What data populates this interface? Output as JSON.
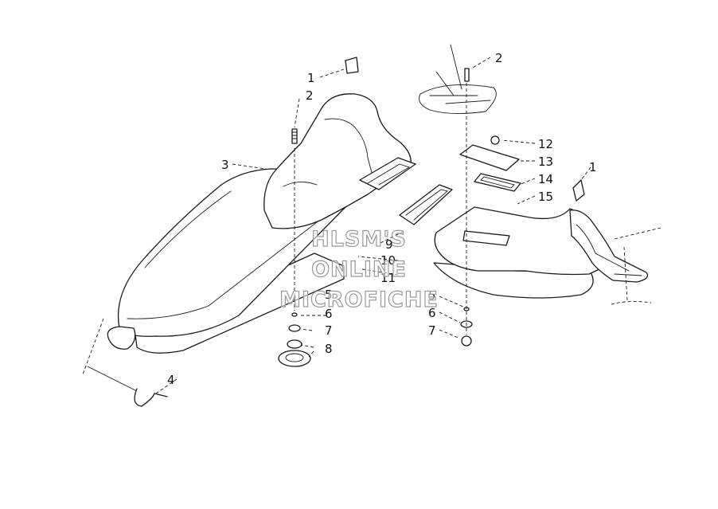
{
  "callouts": [
    {
      "id": "l1a",
      "text": "1"
    },
    {
      "id": "l2a",
      "text": "2"
    },
    {
      "id": "l3",
      "text": "3"
    },
    {
      "id": "l4",
      "text": "4"
    },
    {
      "id": "l5a",
      "text": "5"
    },
    {
      "id": "l6a",
      "text": "6"
    },
    {
      "id": "l7a",
      "text": "7"
    },
    {
      "id": "l8",
      "text": "8"
    },
    {
      "id": "l9",
      "text": "9"
    },
    {
      "id": "l10",
      "text": "10"
    },
    {
      "id": "l11",
      "text": "11"
    },
    {
      "id": "l2b",
      "text": "2"
    },
    {
      "id": "l12",
      "text": "12"
    },
    {
      "id": "l13",
      "text": "13"
    },
    {
      "id": "l14",
      "text": "14"
    },
    {
      "id": "l15",
      "text": "15"
    },
    {
      "id": "l1b",
      "text": "1"
    },
    {
      "id": "l5b",
      "text": "5"
    },
    {
      "id": "l6b",
      "text": "6"
    },
    {
      "id": "l7b",
      "text": "7"
    }
  ],
  "watermark": {
    "line1": "HLSM'S",
    "line2": "ONLINE",
    "line3": "MICROFICHE"
  }
}
